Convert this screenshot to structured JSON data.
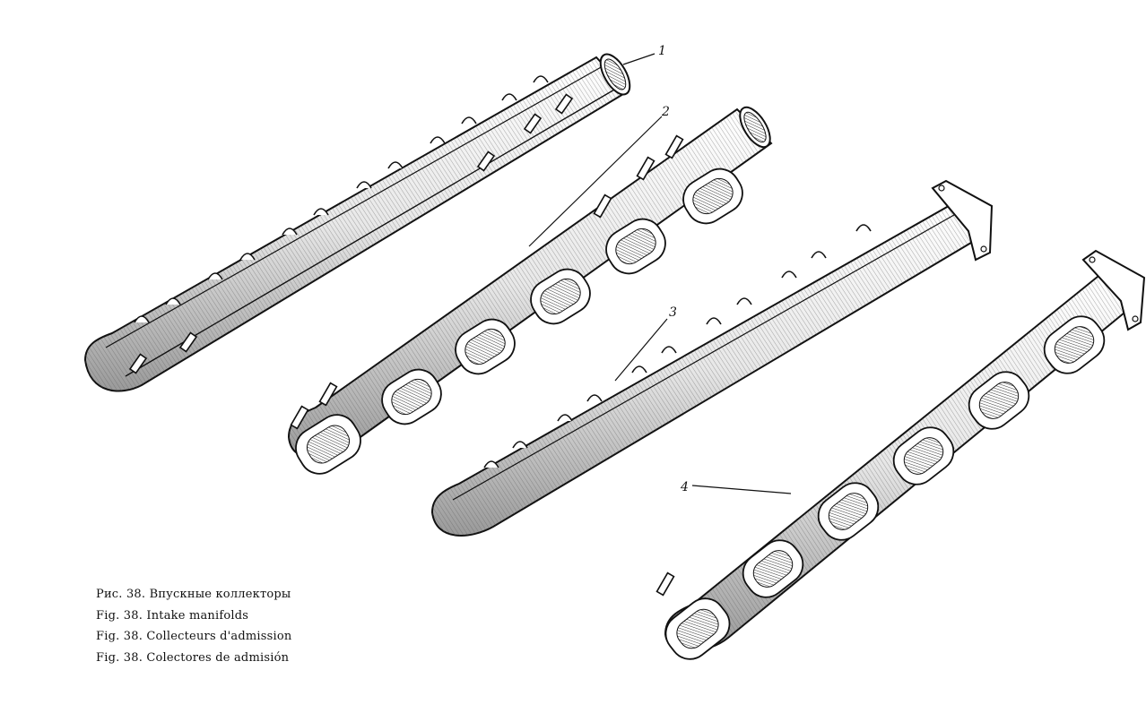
{
  "callouts": {
    "c1": "1",
    "c2": "2",
    "c3": "3",
    "c4": "4"
  },
  "caption": {
    "ru": "Рис. 38. Впускные коллекторы",
    "en": "Fig. 38. Intake manifolds",
    "fr": "Fig. 38. Collecteurs d'admission",
    "es": "Fig. 38. Colectores de admisión"
  },
  "colors": {
    "ink": "#111111",
    "paper": "#ffffff",
    "shade": "#d9d9d9"
  }
}
